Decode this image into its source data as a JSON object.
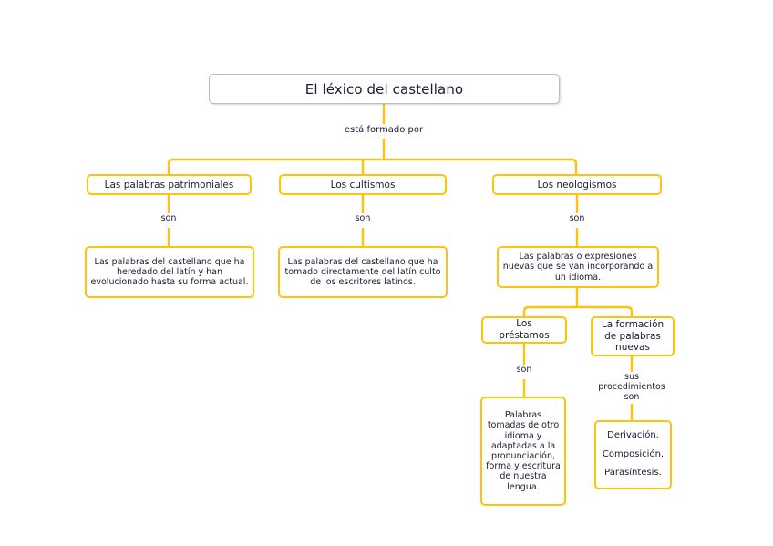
{
  "diagram": {
    "title": "El léxico del castellano",
    "colors": {
      "accent": "#FFC20E",
      "root_border": "#BDBDBD",
      "text": "#1B1B32",
      "background": "#FFFFFF"
    },
    "root": {
      "label": "El léxico del castellano"
    },
    "link_labels": {
      "root_to_branches": "está formado por",
      "patrimoniales_to_desc": "son",
      "cultismos_to_desc": "son",
      "neologismos_to_desc": "son",
      "prestamos_to_desc": "son",
      "formacion_to_list": "sus\nprocedimientos\nson"
    },
    "branches": [
      {
        "id": "patrimoniales",
        "label": "Las palabras patrimoniales",
        "description": "Las palabras del castellano que ha heredado del latín y han evolucionado hasta su forma actual."
      },
      {
        "id": "cultismos",
        "label": "Los cultismos",
        "description": "Las palabras del castellano que ha tomado directamente del latín culto de los escritores latinos."
      },
      {
        "id": "neologismos",
        "label": "Los neologismos",
        "description": "Las palabras o expresiones nuevas que se van incorporando a un idioma."
      }
    ],
    "neologismos_children": [
      {
        "id": "prestamos",
        "label": "Los\npréstamos",
        "description": "Palabras tomadas de otro idioma y adaptadas a la pronunciación, forma y escritura de nuestra lengua."
      },
      {
        "id": "formacion",
        "label": "La formación\nde palabras\nnuevas",
        "items": [
          "Derivación.",
          "Composición.",
          "Parasíntesis."
        ]
      }
    ]
  }
}
